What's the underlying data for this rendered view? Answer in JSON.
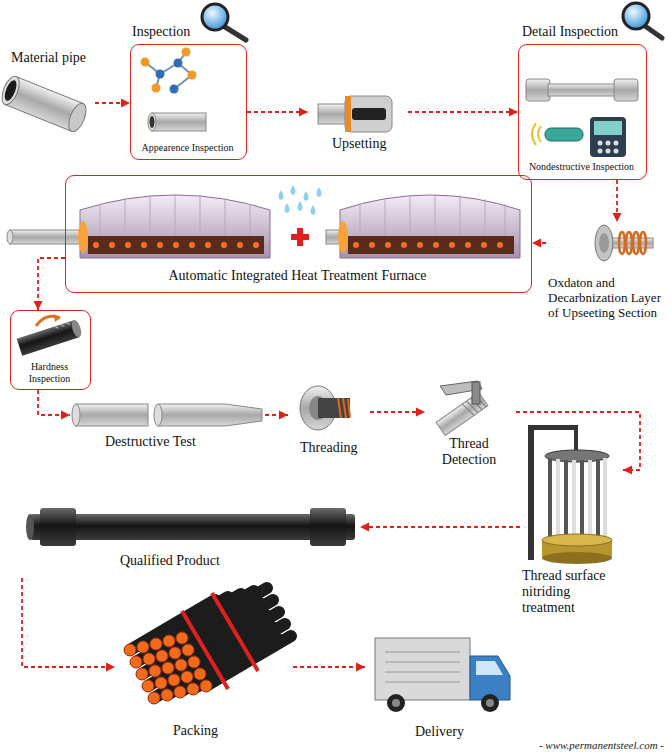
{
  "diagram": {
    "nodes": [
      {
        "text": [
          "Material pipe"
        ]
      },
      {
        "text": [
          "Inspection",
          "Appearence Inspection"
        ]
      },
      {
        "text": [
          "Upsetting"
        ]
      },
      {
        "text": [
          "Detail Inspection",
          "Nondestructive Inspection"
        ]
      },
      {
        "text": [
          "Automatic Integrated Heat Treatment Furnace"
        ]
      },
      {
        "text": [
          "Oxdaton and Decarbnization Layer of Upseeting Section"
        ]
      },
      {
        "text": [
          "Hardness Inspection"
        ]
      },
      {
        "text": [
          "Destructive Test"
        ]
      },
      {
        "text": [
          "Threading"
        ]
      },
      {
        "text": [
          "Thread Detection"
        ]
      },
      {
        "text": [
          "Thread surface nitriding treatment"
        ]
      },
      {
        "text": [
          "Qualified Product"
        ]
      },
      {
        "text": [
          "Packing"
        ]
      },
      {
        "text": [
          "Delivery"
        ]
      }
    ],
    "edges": [
      {
        "from": 0,
        "to": 1,
        "arrow": "to"
      },
      {
        "from": 1,
        "to": 2,
        "arrow": "to"
      },
      {
        "from": 2,
        "to": 3,
        "arrow": "to"
      },
      {
        "from": 3,
        "to": 5,
        "arrow": "to"
      },
      {
        "from": 5,
        "to": 4,
        "arrow": "to"
      },
      {
        "from": 4,
        "to": 6,
        "arrow": "to"
      },
      {
        "from": 6,
        "to": 7,
        "arrow": "to"
      },
      {
        "from": 7,
        "to": 8,
        "arrow": "to"
      },
      {
        "from": 8,
        "to": 9,
        "arrow": "to"
      },
      {
        "from": 9,
        "to": 10,
        "arrow": "to"
      },
      {
        "from": 10,
        "to": 11,
        "arrow": "to"
      },
      {
        "from": 11,
        "to": 12,
        "arrow": "to"
      },
      {
        "from": 12,
        "to": 13,
        "arrow": "to"
      }
    ],
    "labels": [
      "- www.permanentsteel.com -"
    ]
  }
}
